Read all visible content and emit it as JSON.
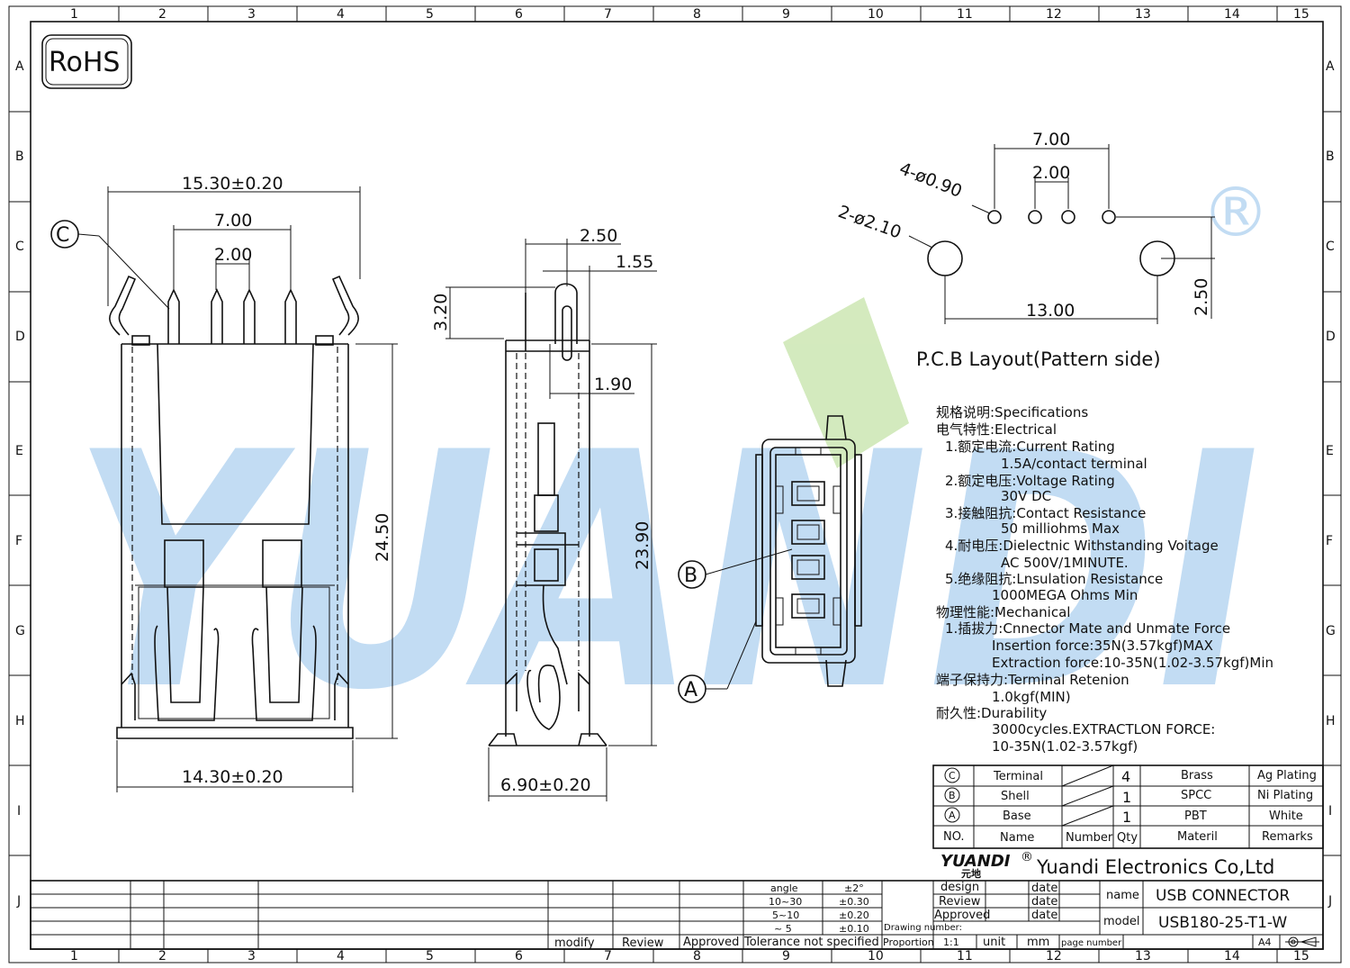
{
  "logo": "RoHS",
  "watermark": {
    "text": "YUANDI",
    "color": "#bcd9f2",
    "accent": "#cfe8b7"
  },
  "registered": "®",
  "border": {
    "cols": [
      "1",
      "2",
      "3",
      "4",
      "5",
      "6",
      "7",
      "8",
      "9",
      "10",
      "11",
      "12",
      "13",
      "14",
      "15"
    ],
    "rows": [
      "A",
      "B",
      "C",
      "D",
      "E",
      "F",
      "G",
      "H",
      "I",
      "J"
    ]
  },
  "front_view": {
    "width_top": "15.30±0.20",
    "pitch_outer": "7.00",
    "pitch_inner": "2.00",
    "height": "24.50",
    "width_bottom": "14.30±0.20",
    "callout": "C"
  },
  "side_view": {
    "d1": "2.50",
    "d2": "1.55",
    "d3": "3.20",
    "d4": "1.90",
    "height": "23.90",
    "width": "6.90±0.20"
  },
  "pcb_layout": {
    "title": "P.C.B  Layout(Pattern  side)",
    "pitch_outer": "7.00",
    "pitch_inner": "2.00",
    "small_holes": "4-ø0.90",
    "big_holes": "2-ø2.10",
    "span": "13.00",
    "offset": "2.50"
  },
  "bottom_view": {
    "callout_b": "B",
    "callout_a": "A"
  },
  "specs": [
    "规格说明:Specifications",
    "电气特性:Electrical",
    "1.额定电流:Current  Rating",
    "1.5A/contact  terminal",
    "2.额定电压:Voltage  Rating",
    "30V  DC",
    "3.接触阻抗:Contact  Resistance",
    "50  milliohms  Max",
    "4.耐电压:Dielectnic  Withstanding  Voitage",
    "AC  500V/1MINUTE.",
    "5.绝缘阻抗:Lnsulation  Resistance",
    "1000MEGA  Ohms  Min",
    "物理性能:Mechanical",
    "1.插拔力:Cnnector  Mate  and  Unmate  Force",
    "Insertion  force:35N(3.57kgf)MAX",
    "Extraction  force:10-35N(1.02-3.57kgf)Min",
    "端子保持力:Terminal  Retenion",
    "1.0kgf(MIN)",
    "耐久性:Durability",
    "3000cycles.EXTRACTLON  FORCE:",
    "10-35N(1.02-3.57kgf)"
  ],
  "bom": {
    "rows": [
      {
        "no": "C",
        "name": "Terminal",
        "number": "",
        "qty": "4",
        "material": "Brass",
        "remarks": "Ag  Plating"
      },
      {
        "no": "B",
        "name": "Shell",
        "number": "",
        "qty": "1",
        "material": "SPCC",
        "remarks": "Ni  Plating"
      },
      {
        "no": "A",
        "name": "Base",
        "number": "",
        "qty": "1",
        "material": "PBT",
        "remarks": "White"
      }
    ],
    "header": {
      "no": "NO.",
      "name": "Name",
      "number": "Number",
      "qty": "Qty",
      "material": "Materil",
      "remarks": "Remarks"
    }
  },
  "title_block": {
    "brand": "YUANDI",
    "brand_cn": "元地",
    "company": "Yuandi  Electronics  Co,Ltd",
    "design": "design",
    "review": "Review",
    "approved": "Approved",
    "date": "date",
    "drawing_number": "Drawing  number:",
    "proportion": "Proportion",
    "scale": "1:1",
    "unit": "unit",
    "unit_value": "mm",
    "page_number": "page  number",
    "paper": "A4",
    "name_label": "name",
    "name_value": "USB  CONNECTOR",
    "model_label": "model",
    "model_value": "USB180-25-T1-W"
  },
  "tolerance": {
    "rows": [
      {
        "range": "angle",
        "tol": "±2°"
      },
      {
        "range": "10~30",
        "tol": "±0.30"
      },
      {
        "range": "5~10",
        "tol": "±0.20"
      },
      {
        "range": "~ 5",
        "tol": "±0.10"
      }
    ],
    "caption": "Tolerance  not  specified"
  },
  "revision": {
    "modify": "modify",
    "review": "Review",
    "approved": "Approved"
  }
}
